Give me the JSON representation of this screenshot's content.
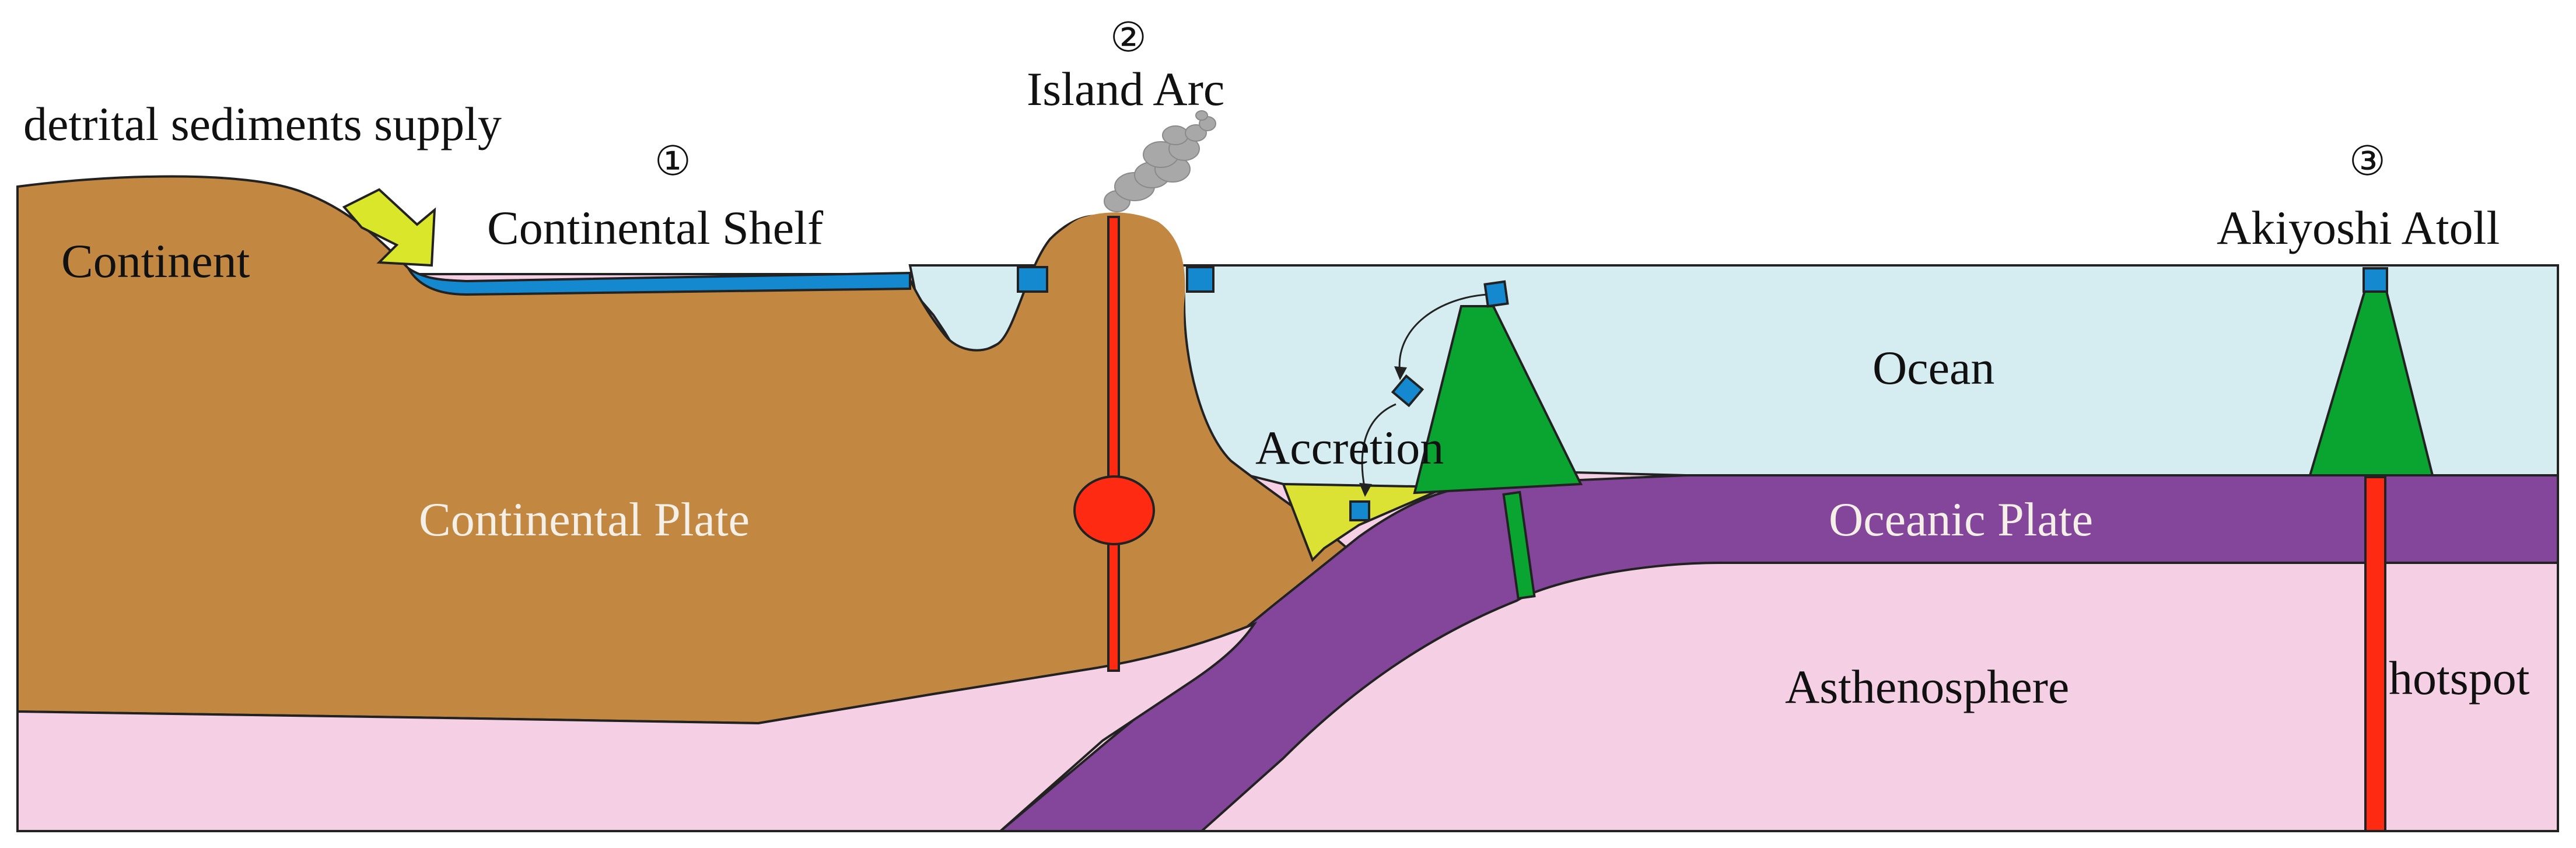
{
  "labels": {
    "sediments": "detrital sediments supply",
    "continent": "Continent",
    "continental_shelf": "Continental Shelf",
    "island_arc": "Island Arc",
    "continental_plate": "Continental Plate",
    "accretion": "Accretion",
    "ocean": "Ocean",
    "oceanic_plate": "Oceanic Plate",
    "asthenosphere": "Asthenosphere",
    "akiyoshi_atoll": "Akiyoshi Atoll",
    "hotspot": "hotspot"
  },
  "markers": {
    "one": "①",
    "two": "②",
    "three": "③"
  },
  "colors": {
    "continent": "#c28842",
    "ocean": "#d5edf1",
    "asthenosphere": "#f5cfe3",
    "oceanic_plate": "#84469a",
    "seamount": "#0aa431",
    "shelf_carbonate": "#1489cf",
    "accretion_wedge": "#dbe233",
    "magma": "#ff2a12",
    "arrow": "#d9e62a",
    "smoke": "#a8a8a8"
  }
}
